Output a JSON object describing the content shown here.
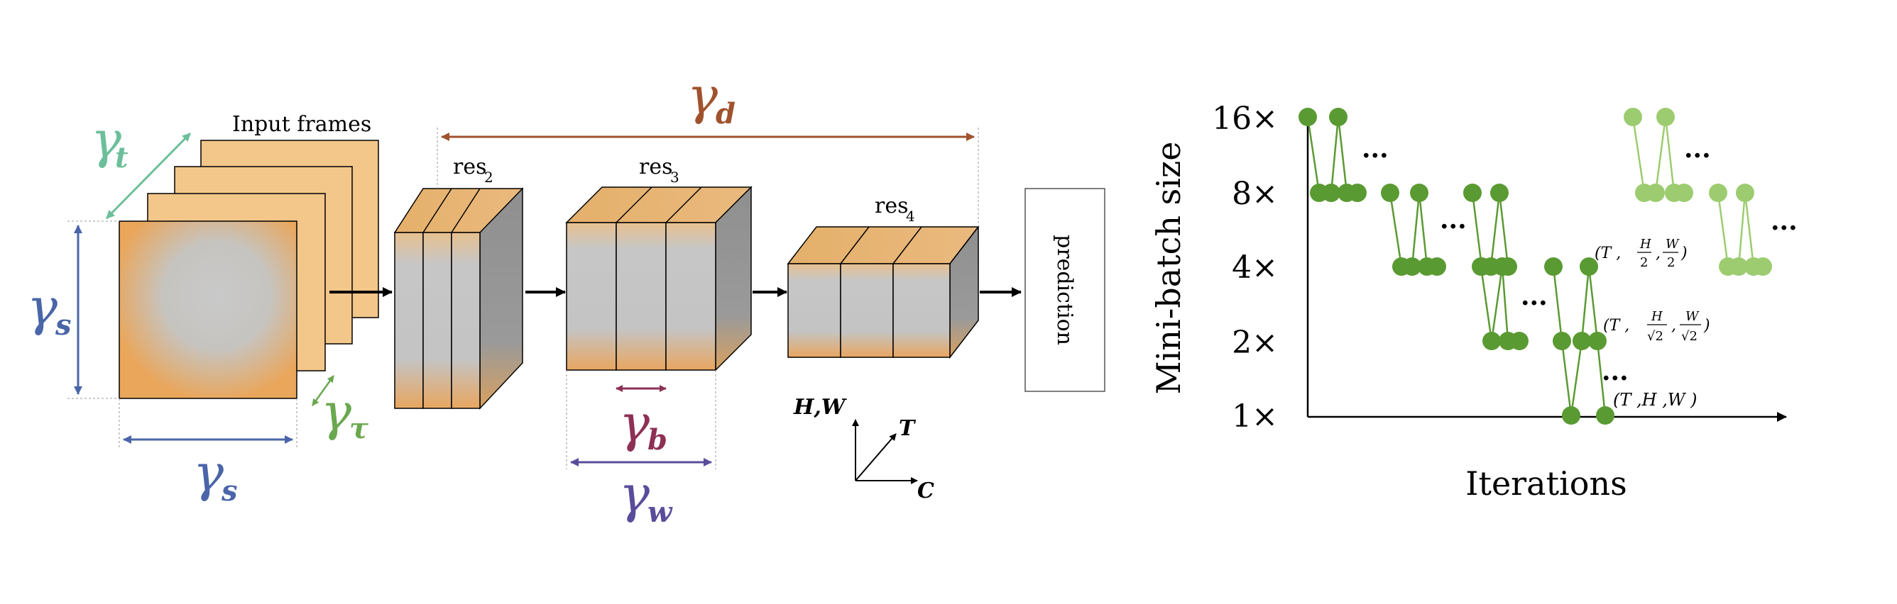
{
  "labels": {
    "input_frames": "Input frames",
    "res2": "res",
    "res2_sub": "2",
    "res3": "res",
    "res3_sub": "3",
    "res4": "res",
    "res4_sub": "4",
    "prediction": "prediction"
  },
  "greek": {
    "gamma": "γ",
    "t": "t",
    "s": "s",
    "tau": "τ",
    "d": "d",
    "b": "b",
    "w": "w"
  },
  "axes3d": {
    "hw": "H,W",
    "t": "T",
    "c": "C"
  },
  "colors": {
    "gamma_t": "#6cbf9a",
    "gamma_s": "#4a65a8",
    "gamma_tau": "#6aa84f",
    "gamma_d": "#a0522d",
    "gamma_b": "#8e3056",
    "gamma_w": "#5a4c9a",
    "frame_orange": "#f3c68a",
    "frame_gray": "#c8c8c8",
    "dark_green": "#5a9a32",
    "light_green": "#9ccc6f"
  },
  "chart_data": {
    "type": "line",
    "ylabel": "Mini-batch size",
    "xlabel": "Iterations",
    "y_ticks": [
      "16×",
      "8×",
      "4×",
      "2×",
      "1×"
    ],
    "ellipsis": "...",
    "annotations": {
      "shape_4x": {
        "open": "(T ,",
        "h_num": "H",
        "h_den": "2",
        "w_num": "W",
        "w_den": "2",
        "close": ")"
      },
      "shape_2x": {
        "open": "(T ,",
        "h_num": "H",
        "h_den": "√2",
        "w_num": "W",
        "w_den": "√2",
        "close": ")"
      },
      "shape_1x": "(T ,H ,W )"
    }
  }
}
